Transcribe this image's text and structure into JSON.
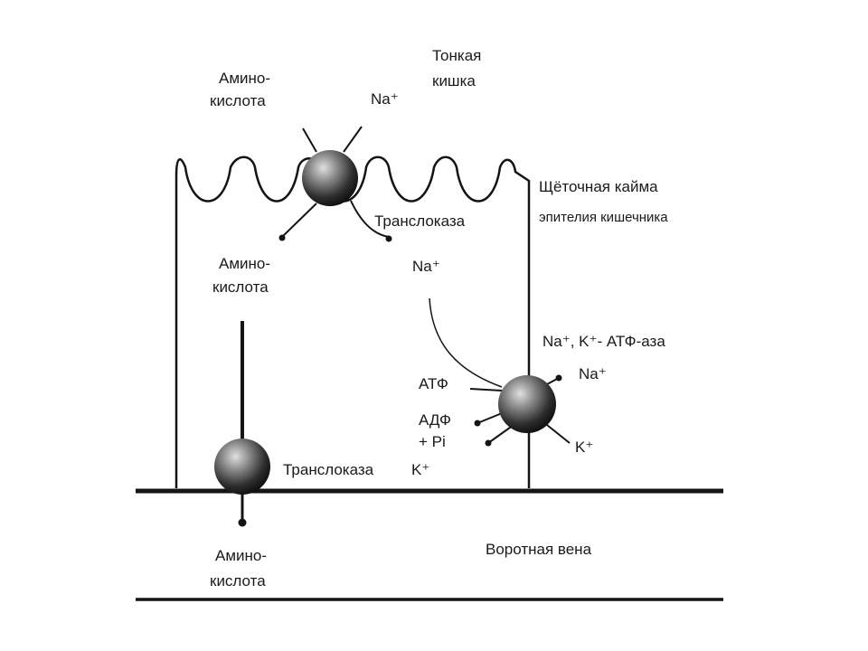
{
  "labels": {
    "amino_top_1": "Амино-",
    "amino_top_2": "кислота",
    "na_top": "Na⁺",
    "small_intestine_1": "Тонкая",
    "small_intestine_2": "кишка",
    "brush_border_1": "Щёточная кайма",
    "brush_border_2": "эпителия кишечника",
    "translocase_top": "Транслоказа",
    "amino_mid_1": "Амино-",
    "amino_mid_2": "кислота",
    "na_mid": "Na⁺",
    "atpase": "Na⁺, K⁺- АТФ-аза",
    "na_right": "Na⁺",
    "atp": "АТФ",
    "adp": "АДФ",
    "pi": "+ Pi",
    "k_right": "K⁺",
    "translocase_bottom": "Транслоказа",
    "k_bottom": "K⁺",
    "amino_bottom_1": "Амино-",
    "amino_bottom_2": "кислота",
    "portal_vein": "Воротная вена"
  },
  "colors": {
    "ink": "#141414",
    "sphere_light": "#d9d9d9",
    "sphere_dark": "#1c1c1c"
  }
}
